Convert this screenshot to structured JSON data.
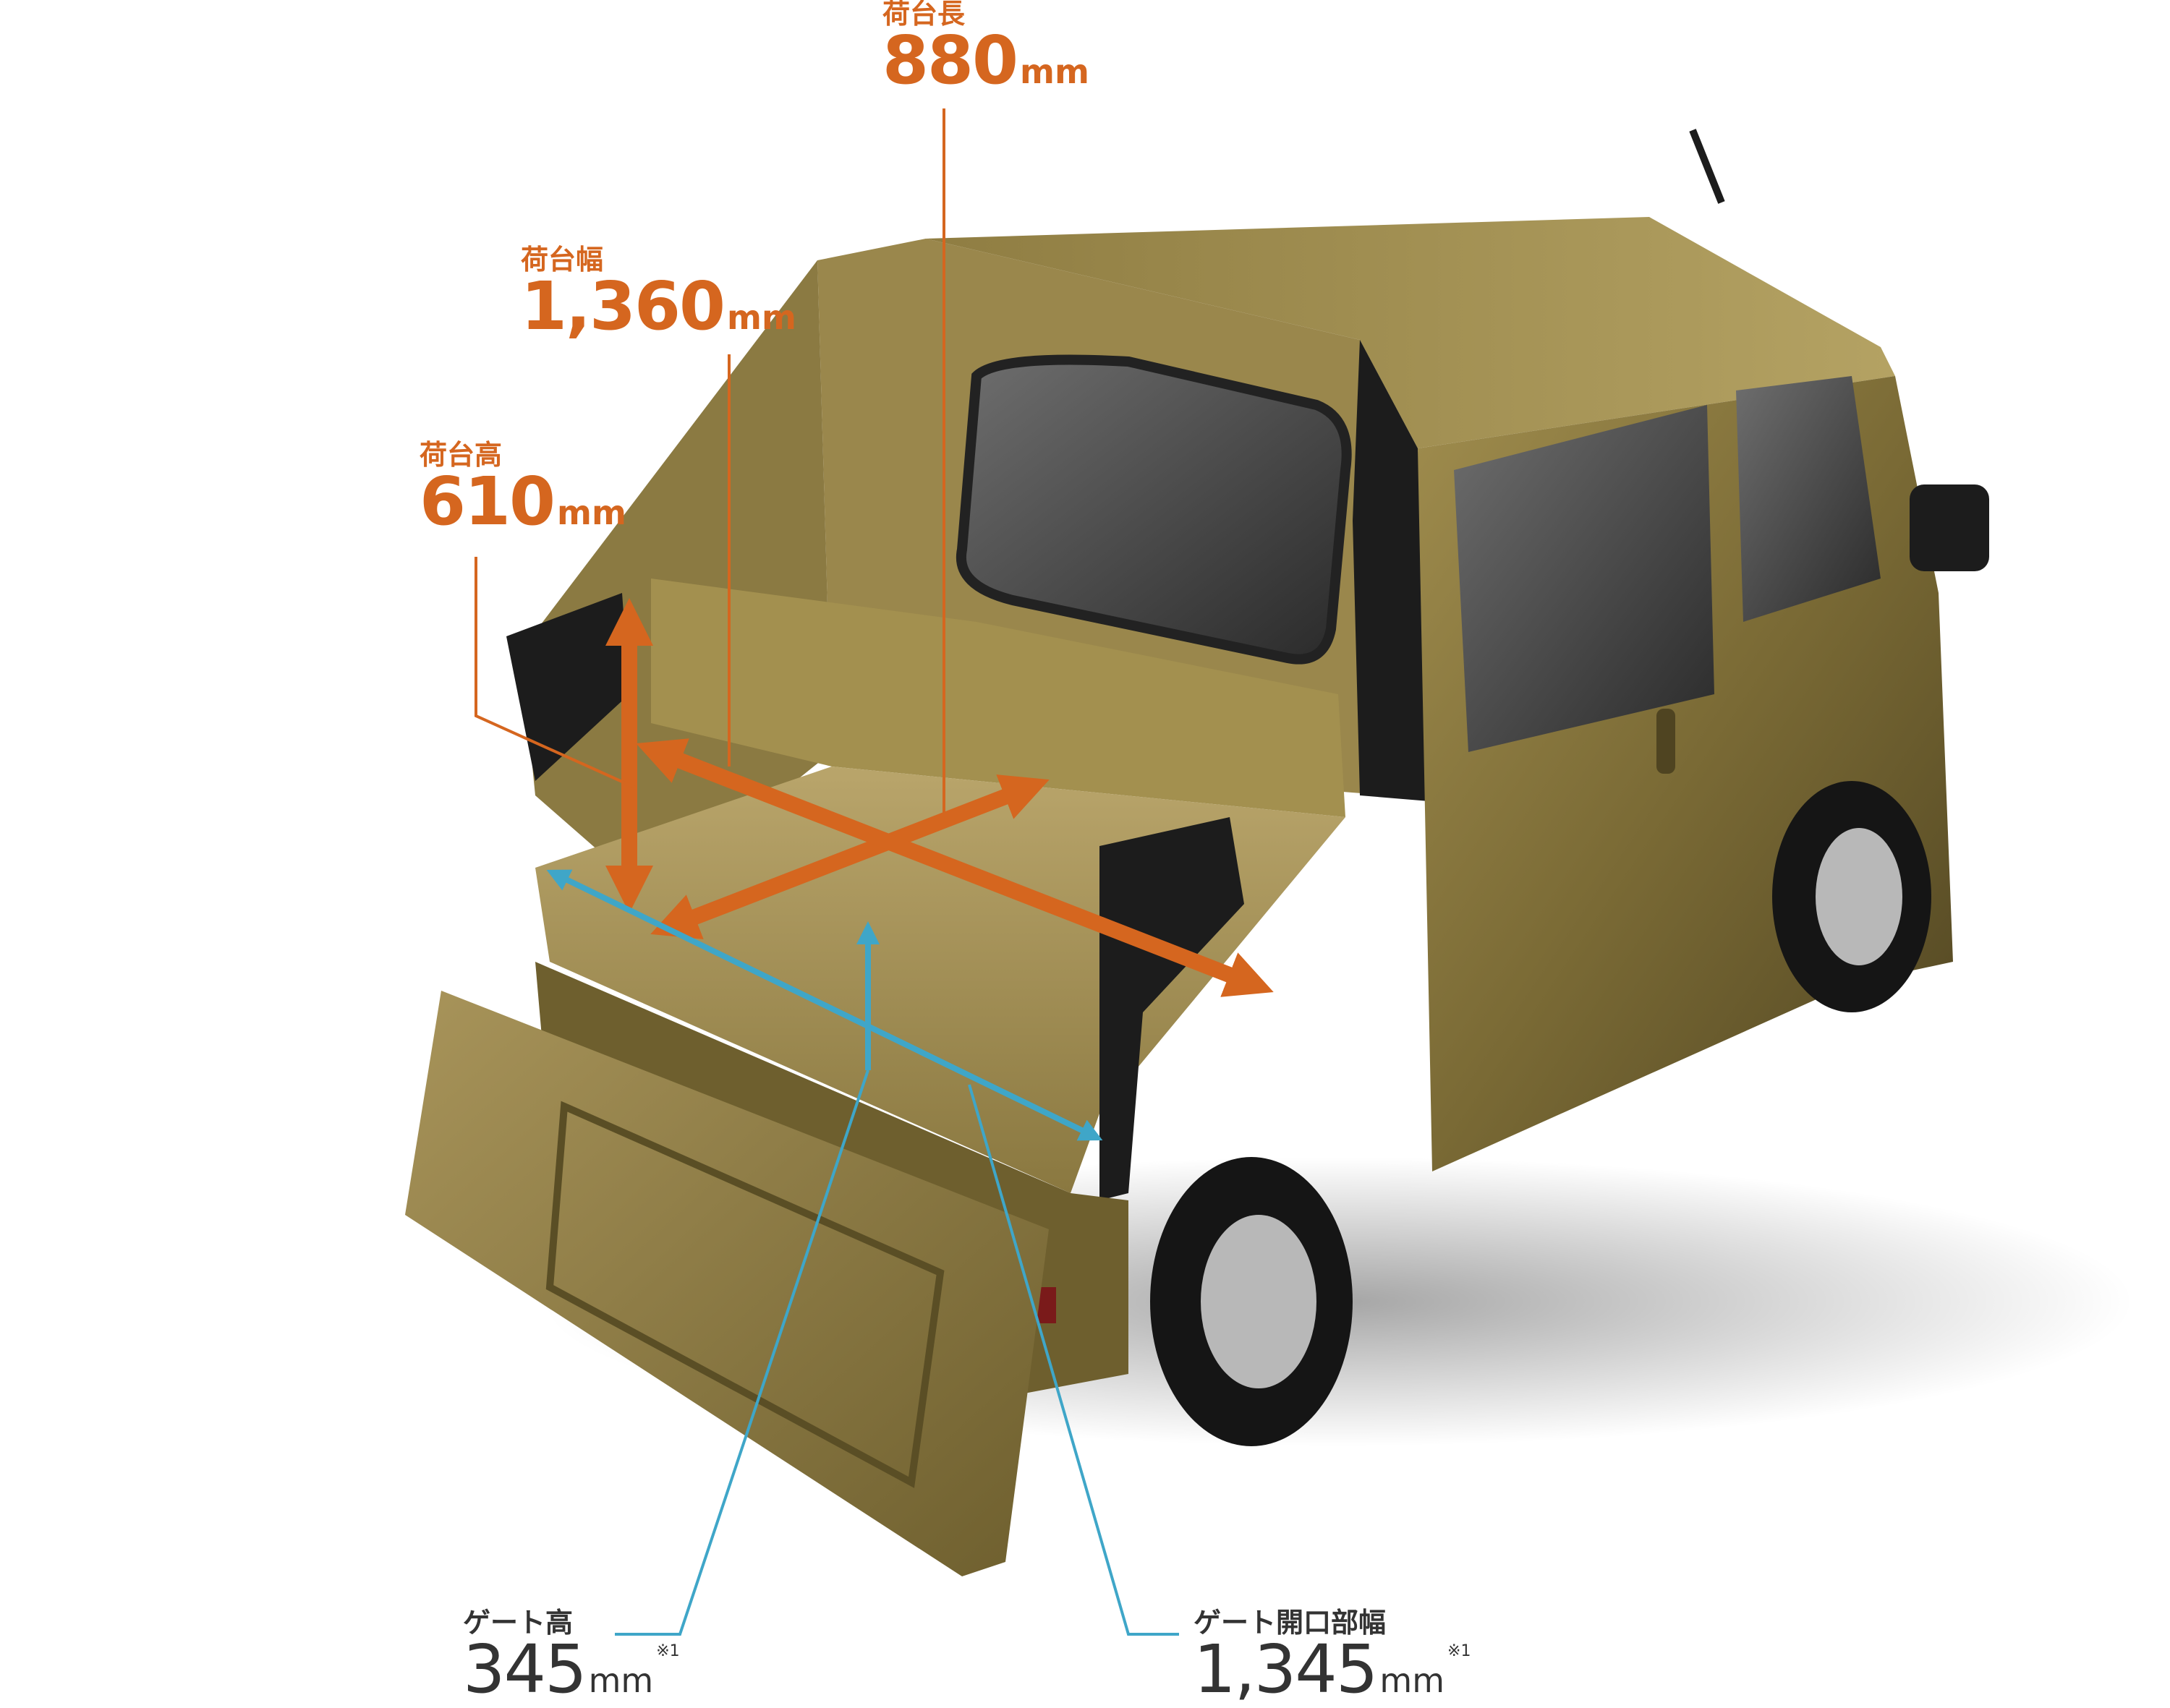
{
  "labels": {
    "bed_length": {
      "caption": "荷台長",
      "value": "880",
      "unit": "mm"
    },
    "bed_width": {
      "caption": "荷台幅",
      "value": "1,360",
      "unit": "mm"
    },
    "bed_height": {
      "caption": "荷台高",
      "value": "610",
      "unit": "mm"
    },
    "gate_height": {
      "caption": "ゲート高",
      "value": "345",
      "unit": "mm",
      "note": "※1"
    },
    "gate_opening_width": {
      "caption": "ゲート開口部幅",
      "value": "1,345",
      "unit": "mm",
      "note": "※1"
    }
  },
  "colors": {
    "orange": "#d5661f",
    "blue": "#3fa6c8",
    "body": "#7a6a35",
    "body_dark": "#4f4421",
    "black": "#1c1c1c"
  }
}
